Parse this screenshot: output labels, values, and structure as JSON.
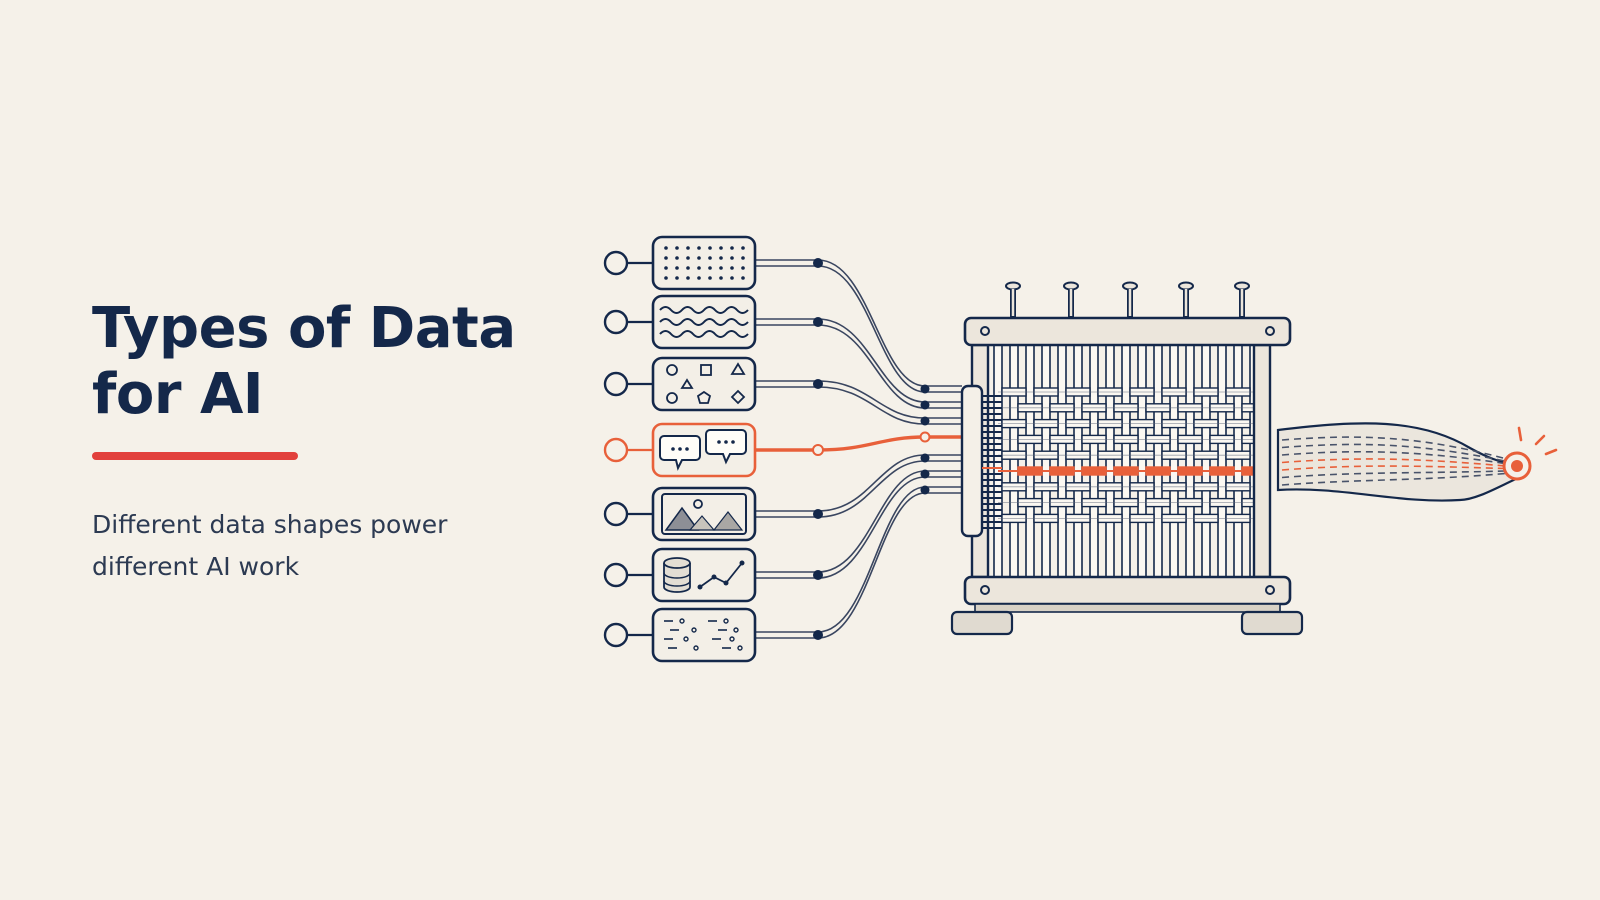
{
  "slide": {
    "title_line1": "Types of Data",
    "title_line2": "for AI",
    "subtitle_line1": "Different data shapes power",
    "subtitle_line2": "different AI work"
  },
  "colors": {
    "background": "#f5f1e9",
    "navy": "#14284a",
    "accent_red": "#e2403c",
    "highlight_orange": "#e8603a",
    "loom_fill": "#ece6dc"
  },
  "diagram": {
    "inputs": [
      {
        "icon": "dot-grid-icon",
        "highlighted": false
      },
      {
        "icon": "wave-lines-icon",
        "highlighted": false
      },
      {
        "icon": "scattered-shapes-icon",
        "highlighted": false
      },
      {
        "icon": "chat-bubbles-icon",
        "highlighted": true
      },
      {
        "icon": "image-landscape-icon",
        "highlighted": false
      },
      {
        "icon": "database-chart-icon",
        "highlighted": false
      },
      {
        "icon": "sequence-dashes-icon",
        "highlighted": false
      }
    ],
    "processor_icon": "loom-icon",
    "output_icon": "output-node-icon"
  }
}
